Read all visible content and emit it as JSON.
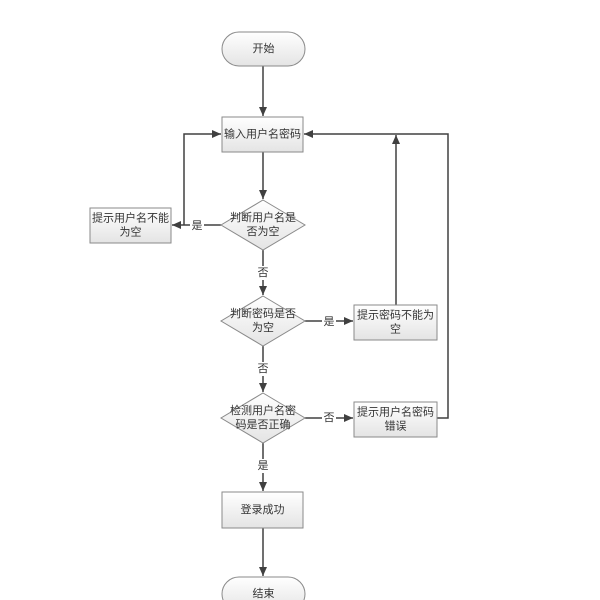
{
  "diagram": {
    "type": "flowchart",
    "colors": {
      "line": "#404040",
      "shape_border": "#8a8a8a",
      "fill_top": "#ffffff",
      "fill_bottom": "#e6e6e6",
      "text": "#333333"
    },
    "nodes": {
      "start": {
        "kind": "terminator",
        "lines": [
          "开始"
        ]
      },
      "input": {
        "kind": "process",
        "lines": [
          "输入用户名密码"
        ]
      },
      "check_user_empty": {
        "kind": "decision",
        "lines": [
          "判断用户名是",
          "否为空"
        ]
      },
      "user_empty_msg": {
        "kind": "process",
        "lines": [
          "提示用户名不能",
          "为空"
        ]
      },
      "check_pwd_empty": {
        "kind": "decision",
        "lines": [
          "判断密码是否",
          "为空"
        ]
      },
      "pwd_empty_msg": {
        "kind": "process",
        "lines": [
          "提示密码不能为",
          "空"
        ]
      },
      "check_credentials": {
        "kind": "decision",
        "lines": [
          "检测用户名密",
          "码是否正确"
        ]
      },
      "credentials_error_msg": {
        "kind": "process",
        "lines": [
          "提示用户名密码",
          "错误"
        ]
      },
      "login_success": {
        "kind": "process",
        "lines": [
          "登录成功"
        ]
      },
      "end": {
        "kind": "terminator",
        "lines": [
          "结束"
        ]
      }
    },
    "edges": [
      {
        "from": "start",
        "to": "input",
        "label": ""
      },
      {
        "from": "input",
        "to": "check_user_empty",
        "label": ""
      },
      {
        "from": "check_user_empty",
        "to": "user_empty_msg",
        "label": "是"
      },
      {
        "from": "user_empty_msg",
        "to": "input",
        "label": ""
      },
      {
        "from": "check_user_empty",
        "to": "check_pwd_empty",
        "label": "否"
      },
      {
        "from": "check_pwd_empty",
        "to": "pwd_empty_msg",
        "label": "是"
      },
      {
        "from": "pwd_empty_msg",
        "to": "input",
        "label": ""
      },
      {
        "from": "check_pwd_empty",
        "to": "check_credentials",
        "label": "否"
      },
      {
        "from": "check_credentials",
        "to": "credentials_error_msg",
        "label": "否"
      },
      {
        "from": "credentials_error_msg",
        "to": "input",
        "label": ""
      },
      {
        "from": "check_credentials",
        "to": "login_success",
        "label": "是"
      },
      {
        "from": "login_success",
        "to": "end",
        "label": ""
      }
    ]
  }
}
